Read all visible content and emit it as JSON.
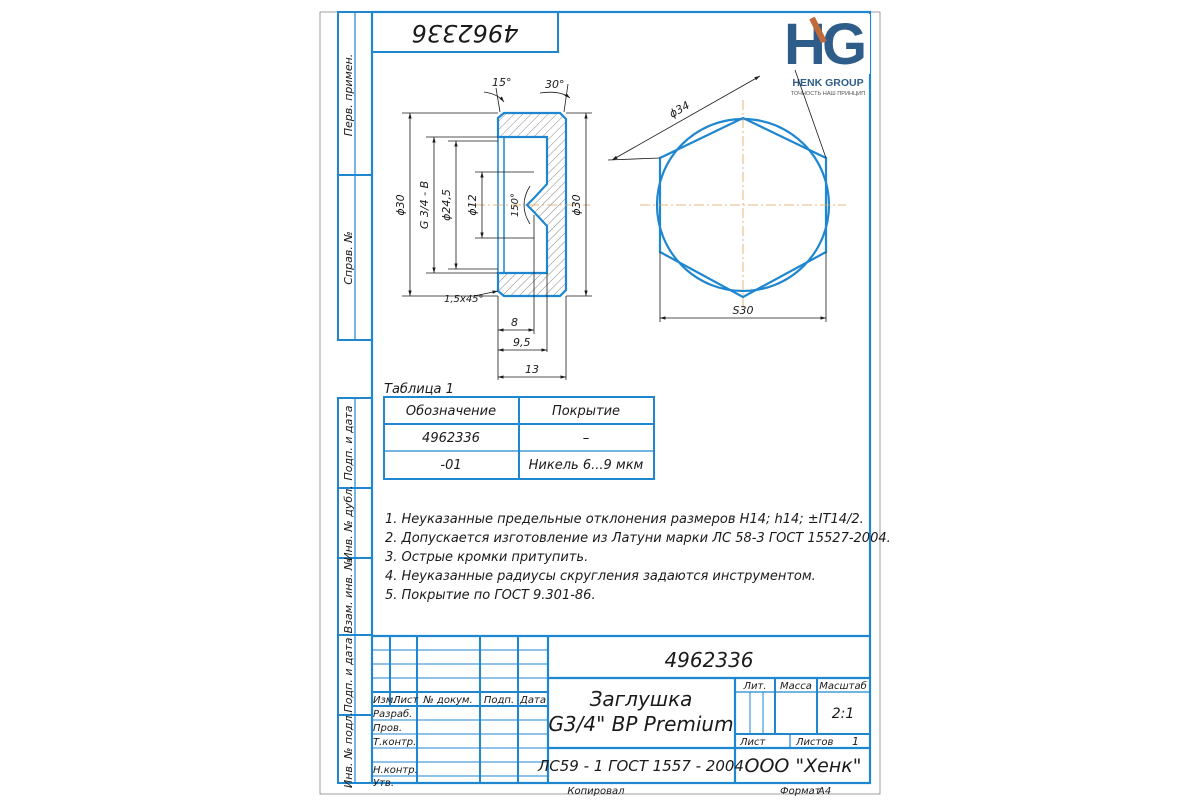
{
  "stamp_rotated": "4962336",
  "logo": {
    "name": "HENK GROUP",
    "slogan": "ТОЧНОСТЬ НАШ ПРИНЦИП",
    "color_main": "#2f5d8a",
    "color_accent": "#c0693a"
  },
  "side_labels": {
    "perv_primen": "Перв. примен.",
    "sprav_no": "Справ. №",
    "podp_data_1": "Подп. и дата",
    "inv_dubl": "Инв. № дубл.",
    "vzam_inv": "Взам. инв. №",
    "podp_data_2": "Подп. и дата",
    "inv_podl": "Инв. № подл."
  },
  "dimensions": {
    "angle_15": "15°",
    "angle_30": "30°",
    "angle_150": "150°",
    "d30_left": "ϕ30",
    "thread": "G 3/4 - B",
    "d24_5": "ϕ24,5",
    "d12": "ϕ12",
    "d30_right": "ϕ30",
    "chamfer": "1,5x45°",
    "len_8": "8",
    "len_9_5": "9,5",
    "len_13": "13",
    "d34": "ϕ34",
    "s30": "S30"
  },
  "table": {
    "caption": "Таблица 1",
    "headers": [
      "Обозначение",
      "Покрытие"
    ],
    "rows": [
      [
        "4962336",
        "–"
      ],
      [
        "-01",
        "Никель 6...9 мкм"
      ]
    ]
  },
  "notes": [
    "1. Неуказанные предельные отклонения размеров H14; h14; ±IT14/2.",
    "2. Допускается изготовление из Латуни марки ЛС 58-3 ГОСТ 15527-2004.",
    "3. Острые кромки притупить.",
    "4. Неуказанные радиусы скругления задаются инструментом.",
    "5. Покрытие по ГОСТ 9.301-86."
  ],
  "title_block": {
    "designation": "4962336",
    "col_izm": "Изм.",
    "col_list": "Лист",
    "col_docum": "№ докум.",
    "col_podp": "Подп.",
    "col_data": "Дата",
    "row_razrab": "Разраб.",
    "row_prov": "Пров.",
    "row_tkontr": "Т.контр.",
    "row_nkontr": "Н.контр.",
    "row_utv": "Утв.",
    "name_line1": "Заглушка",
    "name_line2": "G3/4\" ВР Premium",
    "lit": "Лит.",
    "massa": "Масса",
    "masshtab": "Масштаб",
    "scale_value": "2:1",
    "list_label": "Лист",
    "listov_label": "Листов",
    "listov_value": "1",
    "material": "ЛС59 - 1 ГОСТ 1557 - 2004",
    "company": "ООО \"Хенк\""
  },
  "footer": {
    "kopiroval": "Копировал",
    "format_label": "Формат",
    "format_value": "А4"
  }
}
